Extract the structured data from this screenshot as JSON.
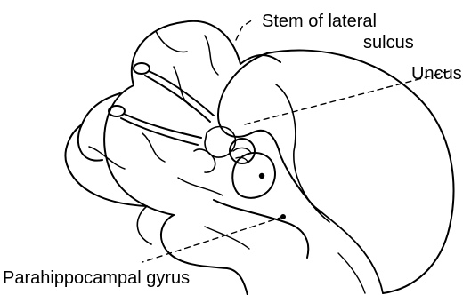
{
  "labels": {
    "stem": "Stem of lateral",
    "stem2": "sulcus",
    "uncus": "Uncus",
    "parahippocampal": "Parahippocampal gyrus"
  }
}
